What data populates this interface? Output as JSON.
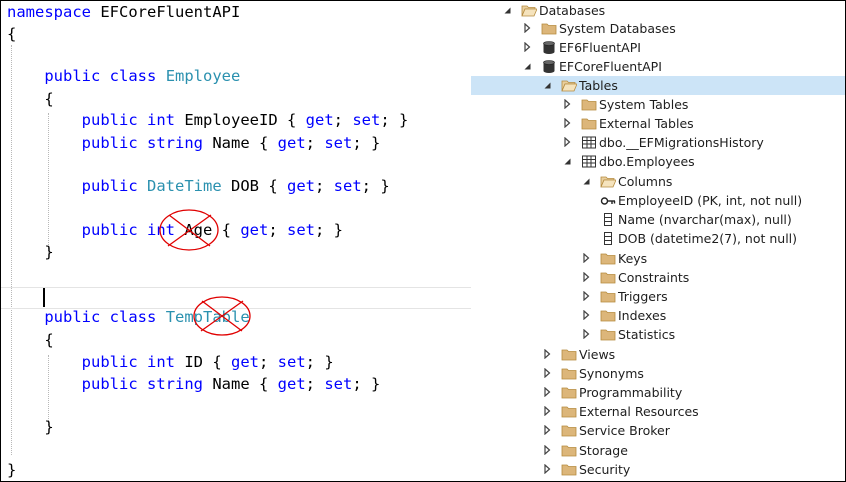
{
  "editor": {
    "lines": [
      {
        "segments": [
          {
            "t": "namespace",
            "k": "kw"
          },
          {
            "t": " EFCoreFluentAPI",
            "k": ""
          }
        ]
      },
      {
        "segments": [
          {
            "t": "{",
            "k": ""
          }
        ]
      },
      {
        "segments": [
          {
            "t": "    ",
            "k": ""
          },
          {
            "t": "public",
            "k": "kw"
          },
          {
            "t": " ",
            "k": ""
          },
          {
            "t": "class",
            "k": "kw"
          },
          {
            "t": " ",
            "k": ""
          },
          {
            "t": "Employee",
            "k": "ty"
          }
        ]
      },
      {
        "segments": [
          {
            "t": "    {",
            "k": ""
          }
        ]
      },
      {
        "segments": [
          {
            "t": "        ",
            "k": ""
          },
          {
            "t": "public",
            "k": "kw"
          },
          {
            "t": " ",
            "k": ""
          },
          {
            "t": "int",
            "k": "kw"
          },
          {
            "t": " EmployeeID { ",
            "k": ""
          },
          {
            "t": "get",
            "k": "kw"
          },
          {
            "t": "; ",
            "k": ""
          },
          {
            "t": "set",
            "k": "kw"
          },
          {
            "t": "; }",
            "k": ""
          }
        ]
      },
      {
        "segments": [
          {
            "t": "        ",
            "k": ""
          },
          {
            "t": "public",
            "k": "kw"
          },
          {
            "t": " ",
            "k": ""
          },
          {
            "t": "string",
            "k": "kw"
          },
          {
            "t": " Name { ",
            "k": ""
          },
          {
            "t": "get",
            "k": "kw"
          },
          {
            "t": "; ",
            "k": ""
          },
          {
            "t": "set",
            "k": "kw"
          },
          {
            "t": "; }",
            "k": ""
          }
        ]
      },
      {
        "segments": [
          {
            "t": "        ",
            "k": ""
          },
          {
            "t": "public",
            "k": "kw"
          },
          {
            "t": " ",
            "k": ""
          },
          {
            "t": "DateTime",
            "k": "ty"
          },
          {
            "t": " DOB { ",
            "k": ""
          },
          {
            "t": "get",
            "k": "kw"
          },
          {
            "t": "; ",
            "k": ""
          },
          {
            "t": "set",
            "k": "kw"
          },
          {
            "t": "; }",
            "k": ""
          }
        ]
      },
      {
        "segments": [
          {
            "t": "        ",
            "k": ""
          },
          {
            "t": "public",
            "k": "kw"
          },
          {
            "t": " ",
            "k": ""
          },
          {
            "t": "int",
            "k": "kw"
          },
          {
            "t": " Age { ",
            "k": ""
          },
          {
            "t": "get",
            "k": "kw"
          },
          {
            "t": "; ",
            "k": ""
          },
          {
            "t": "set",
            "k": "kw"
          },
          {
            "t": "; }",
            "k": ""
          }
        ]
      },
      {
        "segments": [
          {
            "t": "    }",
            "k": ""
          }
        ]
      },
      {
        "segments": [
          {
            "t": "    ",
            "k": ""
          },
          {
            "t": "public",
            "k": "kw"
          },
          {
            "t": " ",
            "k": ""
          },
          {
            "t": "class",
            "k": "kw"
          },
          {
            "t": " ",
            "k": ""
          },
          {
            "t": "TempTable",
            "k": "ty"
          }
        ]
      },
      {
        "segments": [
          {
            "t": "    {",
            "k": ""
          }
        ]
      },
      {
        "segments": [
          {
            "t": "        ",
            "k": ""
          },
          {
            "t": "public",
            "k": "kw"
          },
          {
            "t": " ",
            "k": ""
          },
          {
            "t": "int",
            "k": "kw"
          },
          {
            "t": " ID { ",
            "k": ""
          },
          {
            "t": "get",
            "k": "kw"
          },
          {
            "t": "; ",
            "k": ""
          },
          {
            "t": "set",
            "k": "kw"
          },
          {
            "t": "; }",
            "k": ""
          }
        ]
      },
      {
        "segments": [
          {
            "t": "        ",
            "k": ""
          },
          {
            "t": "public",
            "k": "kw"
          },
          {
            "t": " ",
            "k": ""
          },
          {
            "t": "string",
            "k": "kw"
          },
          {
            "t": " Name { ",
            "k": ""
          },
          {
            "t": "get",
            "k": "kw"
          },
          {
            "t": "; ",
            "k": ""
          },
          {
            "t": "set",
            "k": "kw"
          },
          {
            "t": "; }",
            "k": ""
          }
        ]
      },
      {
        "segments": [
          {
            "t": "    }",
            "k": ""
          }
        ]
      },
      {
        "segments": [
          {
            "t": "}",
            "k": ""
          }
        ]
      }
    ],
    "strike_marks": [
      "cross-out-age",
      "cross-out-temptable"
    ]
  },
  "explorer": {
    "nodes": [
      {
        "label": "Databases",
        "depth": 0,
        "expander": "expanded",
        "icon": "folder-open-icon"
      },
      {
        "label": "System Databases",
        "depth": 1,
        "expander": "collapsed",
        "icon": "folder-icon"
      },
      {
        "label": "EF6FluentAPI",
        "depth": 1,
        "expander": "collapsed",
        "icon": "database-icon"
      },
      {
        "label": "EFCoreFluentAPI",
        "depth": 1,
        "expander": "expanded",
        "icon": "database-icon"
      },
      {
        "label": "Tables",
        "depth": 2,
        "expander": "expanded",
        "icon": "folder-open-icon",
        "selected": true
      },
      {
        "label": "System Tables",
        "depth": 3,
        "expander": "collapsed",
        "icon": "folder-icon"
      },
      {
        "label": "External Tables",
        "depth": 3,
        "expander": "collapsed",
        "icon": "folder-icon"
      },
      {
        "label": "dbo.__EFMigrationsHistory",
        "depth": 3,
        "expander": "collapsed",
        "icon": "table-icon"
      },
      {
        "label": "dbo.Employees",
        "depth": 3,
        "expander": "expanded",
        "icon": "table-icon"
      },
      {
        "label": "Columns",
        "depth": 4,
        "expander": "expanded",
        "icon": "folder-open-icon"
      },
      {
        "label": "EmployeeID (PK, int, not null)",
        "depth": 5,
        "expander": "none",
        "icon": "key-icon"
      },
      {
        "label": "Name (nvarchar(max), null)",
        "depth": 5,
        "expander": "none",
        "icon": "column-icon"
      },
      {
        "label": "DOB (datetime2(7), not null)",
        "depth": 5,
        "expander": "none",
        "icon": "column-icon"
      },
      {
        "label": "Keys",
        "depth": 4,
        "expander": "collapsed",
        "icon": "folder-icon"
      },
      {
        "label": "Constraints",
        "depth": 4,
        "expander": "collapsed",
        "icon": "folder-icon"
      },
      {
        "label": "Triggers",
        "depth": 4,
        "expander": "collapsed",
        "icon": "folder-icon"
      },
      {
        "label": "Indexes",
        "depth": 4,
        "expander": "collapsed",
        "icon": "folder-icon"
      },
      {
        "label": "Statistics",
        "depth": 4,
        "expander": "collapsed",
        "icon": "folder-icon"
      },
      {
        "label": "Views",
        "depth": 2,
        "expander": "collapsed",
        "icon": "folder-icon"
      },
      {
        "label": "Synonyms",
        "depth": 2,
        "expander": "collapsed",
        "icon": "folder-icon"
      },
      {
        "label": "Programmability",
        "depth": 2,
        "expander": "collapsed",
        "icon": "folder-icon"
      },
      {
        "label": "External Resources",
        "depth": 2,
        "expander": "collapsed",
        "icon": "folder-icon"
      },
      {
        "label": "Service Broker",
        "depth": 2,
        "expander": "collapsed",
        "icon": "folder-icon"
      },
      {
        "label": "Storage",
        "depth": 2,
        "expander": "collapsed",
        "icon": "folder-icon"
      },
      {
        "label": "Security",
        "depth": 2,
        "expander": "collapsed",
        "icon": "folder-icon"
      }
    ],
    "colors": {
      "selection": "#cce4f7",
      "folder": "#dcb67a",
      "keyword": "#0000ff",
      "type": "#2b91af",
      "strike": "#e00000"
    }
  }
}
